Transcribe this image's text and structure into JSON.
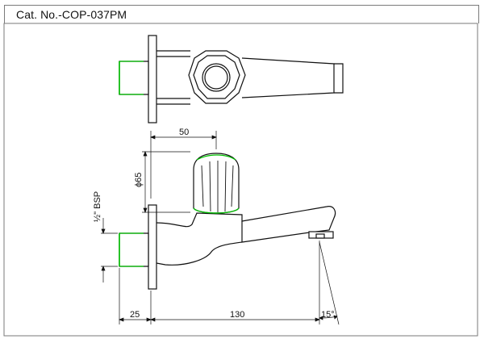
{
  "sheet": {
    "catalog_number": "Cat. No.-COP-037PM"
  },
  "dimensions": {
    "top_width": "50",
    "knob_diameter": "ϕ65",
    "thread": "½\" BSP",
    "inlet_length": "25",
    "total_length": "130",
    "spout_angle": "15°"
  },
  "colors": {
    "outline": "#111111",
    "thread_highlight": "#00c000",
    "frame": "#7a7a7a"
  }
}
